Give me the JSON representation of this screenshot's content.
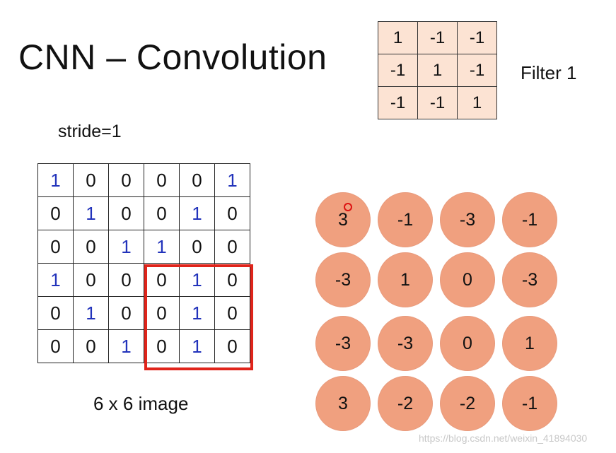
{
  "title": "CNN – Convolution",
  "filter": {
    "label": "Filter 1",
    "rows": [
      [
        "1",
        "-1",
        "-1"
      ],
      [
        "-1",
        "1",
        "-1"
      ],
      [
        "-1",
        "-1",
        "1"
      ]
    ]
  },
  "stride_label": "stride=1",
  "image": {
    "label": "6 x 6 image",
    "rows": [
      [
        "1",
        "0",
        "0",
        "0",
        "0",
        "1"
      ],
      [
        "0",
        "1",
        "0",
        "0",
        "1",
        "0"
      ],
      [
        "0",
        "0",
        "1",
        "1",
        "0",
        "0"
      ],
      [
        "1",
        "0",
        "0",
        "0",
        "1",
        "0"
      ],
      [
        "0",
        "1",
        "0",
        "0",
        "1",
        "0"
      ],
      [
        "0",
        "0",
        "1",
        "0",
        "1",
        "0"
      ]
    ]
  },
  "feature_map": {
    "rows": [
      [
        "3",
        "-1",
        "-3",
        "-1"
      ],
      [
        "-3",
        "1",
        "0",
        "-3"
      ],
      [
        "-3",
        "-3",
        "0",
        "1"
      ],
      [
        "3",
        "-2",
        "-2",
        "-1"
      ]
    ]
  },
  "watermark": "https://blog.csdn.net/weixin_41894030",
  "colors": {
    "one_blue": "#2233bb",
    "highlight_red": "#e0241b",
    "circle": "#f0a07f",
    "filter_cell": "#fce3d3"
  }
}
